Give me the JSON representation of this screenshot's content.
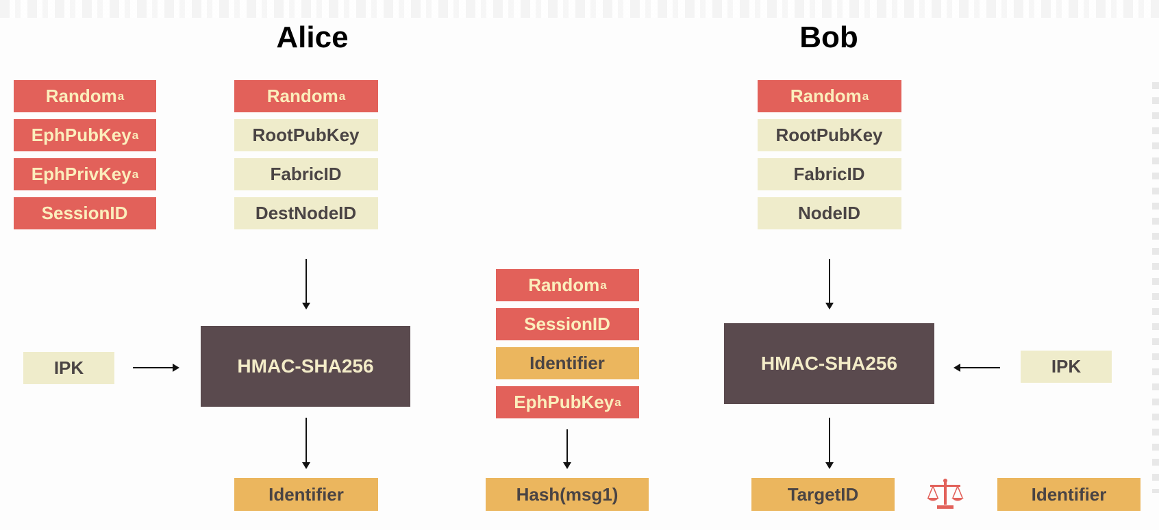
{
  "alice": {
    "title": "Alice",
    "secrets": [
      {
        "base": "Random",
        "sub": "a"
      },
      {
        "base": "EphPubKey",
        "sub": "a"
      },
      {
        "base": "EphPrivKey",
        "sub": "a"
      },
      {
        "base": "SessionID",
        "sub": ""
      }
    ],
    "inputs": [
      {
        "base": "Random",
        "sub": "a"
      },
      {
        "base": "RootPubKey",
        "sub": ""
      },
      {
        "base": "FabricID",
        "sub": ""
      },
      {
        "base": "DestNodeID",
        "sub": ""
      }
    ],
    "key": "IPK",
    "function": "HMAC-SHA256",
    "output": "Identifier"
  },
  "message": {
    "fields": [
      {
        "base": "Random",
        "sub": "a"
      },
      {
        "base": "SessionID",
        "sub": ""
      },
      {
        "base": "Identifier",
        "sub": ""
      },
      {
        "base": "EphPubKey",
        "sub": "a"
      }
    ],
    "output": "Hash(msg1)"
  },
  "bob": {
    "title": "Bob",
    "inputs": [
      {
        "base": "Random",
        "sub": "a"
      },
      {
        "base": "RootPubKey",
        "sub": ""
      },
      {
        "base": "FabricID",
        "sub": ""
      },
      {
        "base": "NodeID",
        "sub": ""
      }
    ],
    "key": "IPK",
    "function": "HMAC-SHA256",
    "output": "TargetID",
    "compare_icon": "scale-icon",
    "compare_with": "Identifier"
  },
  "colors": {
    "red": "#e2615a",
    "cream": "#efeccb",
    "orange": "#ebb65e",
    "dark": "#5a4a4e"
  }
}
